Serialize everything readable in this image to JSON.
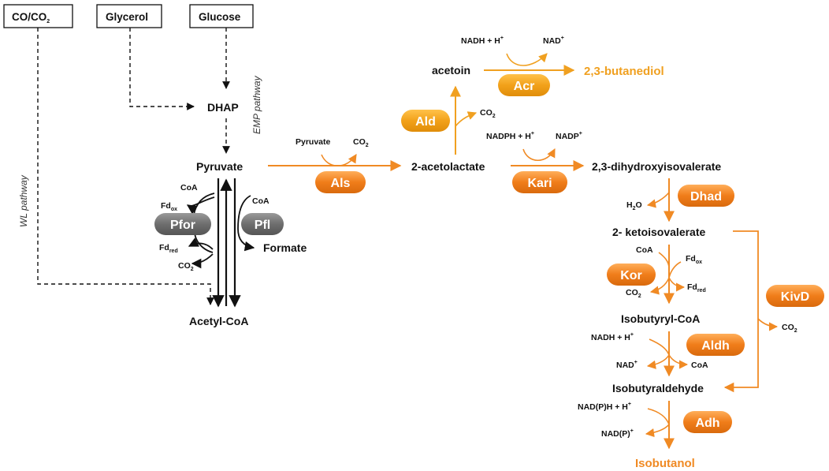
{
  "inputs": {
    "co_co2": "CO/CO",
    "co_co2_sub": "2",
    "glycerol": "Glycerol",
    "glucose": "Glucose"
  },
  "pathways": {
    "emp": "EMP pathway",
    "wl": "WL pathway"
  },
  "metabolites": {
    "dhap": "DHAP",
    "pyruvate": "Pyruvate",
    "acetyl_coa": "Acetyl-CoA",
    "formate": "Formate",
    "acetolactate": "2-acetolactate",
    "acetoin": "acetoin",
    "butanediol": "2,3-butanediol",
    "dihydroxyisovalerate": "2,3-dihydroxyisovalerate",
    "ketoisovalerate": "2- ketoisovalerate",
    "isobutyryl_coa": "Isobutyryl-CoA",
    "isobutyraldehyde": "Isobutyraldehyde",
    "isobutanol": "Isobutanol"
  },
  "cofactors": {
    "pfor_coa": "CoA",
    "pfor_fd_ox": "Fd",
    "pfor_fd_ox_sub": "ox",
    "pfor_fd_red": "Fd",
    "pfor_fd_red_sub": "red",
    "pfor_co2": "CO",
    "pfor_co2_sub": "2",
    "pfl_coa": "CoA",
    "als_pyruvate": "Pyruvate",
    "als_co2": "CO",
    "als_co2_sub": "2",
    "acr_nadh": "NADH + H",
    "acr_nadh_sup": "+",
    "acr_nad": "NAD",
    "acr_nad_sup": "+",
    "ald_co2": "CO",
    "ald_co2_sub": "2",
    "kari_nadph": "NADPH + H",
    "kari_nadph_sup": "+",
    "kari_nadp": "NADP",
    "kari_nadp_sup": "+",
    "dhad_h2o": "H",
    "dhad_h2o_sub": "2",
    "dhad_h2o_tail": "O",
    "kor_coa": "CoA",
    "kor_fd_ox": "Fd",
    "kor_fd_ox_sub": "ox",
    "kor_co2": "CO",
    "kor_co2_sub": "2",
    "kor_fd_red": "Fd",
    "kor_fd_red_sub": "red",
    "kivd_co2": "CO",
    "kivd_co2_sub": "2",
    "aldh_nadh": "NADH + H",
    "aldh_nadh_sup": "+",
    "aldh_nad": "NAD",
    "aldh_nad_sup": "+",
    "aldh_coa": "CoA",
    "adh_nadph": "NAD(P)H + H",
    "adh_nadph_sup": "+",
    "adh_nadp": "NAD(P)",
    "adh_nadp_sup": "+"
  },
  "enzymes": {
    "pfor": "Pfor",
    "pfl": "Pfl",
    "als": "Als",
    "ald": "Ald",
    "acr": "Acr",
    "kari": "Kari",
    "dhad": "Dhad",
    "kor": "Kor",
    "kivd": "KivD",
    "aldh": "Aldh",
    "adh": "Adh"
  },
  "colors": {
    "orange_arrow": "#f08a24",
    "enzyme_orange": "#f07d1a",
    "light_orange": "#f0a020",
    "enzyme_gray": "#6e6e6e"
  }
}
